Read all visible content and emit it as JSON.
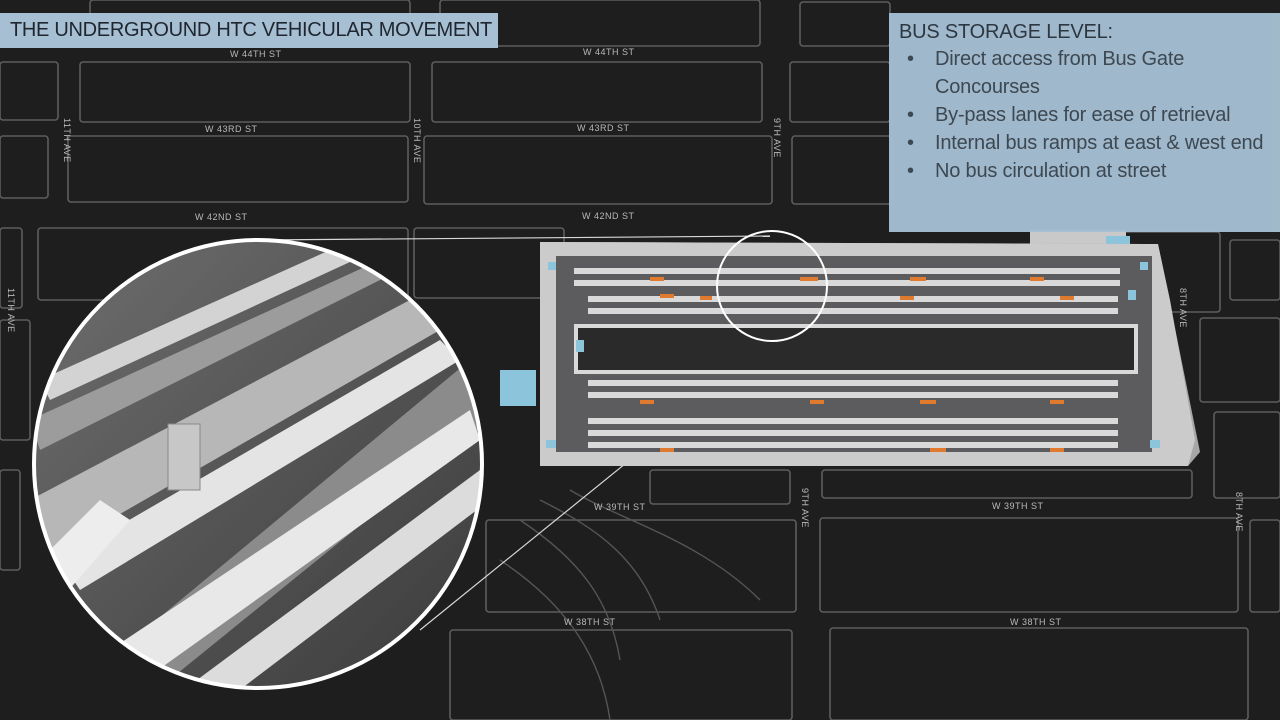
{
  "title": "THE UNDERGROUND HTC VEHICULAR MOVEMENT",
  "info": {
    "heading": "BUS STORAGE LEVEL:",
    "bullet_glyph": "•",
    "items": [
      "Direct access from Bus Gate Concourses",
      "By-pass lanes for ease of retrieval",
      "Internal bus ramps at east & west end",
      "No bus circulation at street"
    ]
  },
  "streets": {
    "w44": "W 44TH ST",
    "w43": "W 43RD ST",
    "w42": "W 42ND ST",
    "w39": "W 39TH ST",
    "w38": "W 38TH ST",
    "ave11": "11TH AVE",
    "ave10": "10TH AVE",
    "ave9": "9TH AVE",
    "ave8": "8TH AVE"
  },
  "colors": {
    "background": "#1e1e1f",
    "box_fill": "#a6bfd2",
    "ramp_accent": "#e07a2e",
    "core_accent": "#8cc4dc"
  }
}
